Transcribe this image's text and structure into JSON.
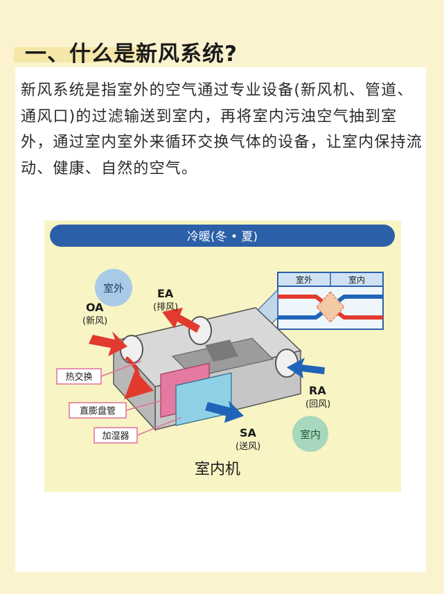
{
  "heading": "一、什么是新风系统?",
  "paragraph": "新风系统是指室外的空气通过专业设备(新风机、管道、通风口)的过滤输送到室内，再将室内污浊空气抽到室外，通过室内室外来循环交换气体的设备，让室内保持流动、健康、自然的空气。",
  "diagram": {
    "banner": "冷暖(冬 • 夏)",
    "outdoor_circle": "室外",
    "indoor_circle": "室内",
    "ea_code": "EA",
    "ea_name": "(排风)",
    "oa_code": "OA",
    "oa_name": "(新风)",
    "ra_code": "RA",
    "ra_name": "(回风)",
    "sa_code": "SA",
    "sa_name": "(送风)",
    "label_heat_exchange": "热交换",
    "label_coil": "直膨盘管",
    "label_humidifier": "加湿器",
    "unit_name": "室内机",
    "inset_outdoor": "室外",
    "inset_indoor": "室内"
  },
  "colors": {
    "background": "#fbf3cf",
    "diagram_bg": "#f8f4c4",
    "banner_blue": "#2b5fa8",
    "outdoor_circle": "#a9cbe8",
    "indoor_circle": "#a7d8bd",
    "red_arrow": "#e23a2e",
    "blue_arrow": "#1f64b8",
    "label_border": "#e0709a"
  }
}
